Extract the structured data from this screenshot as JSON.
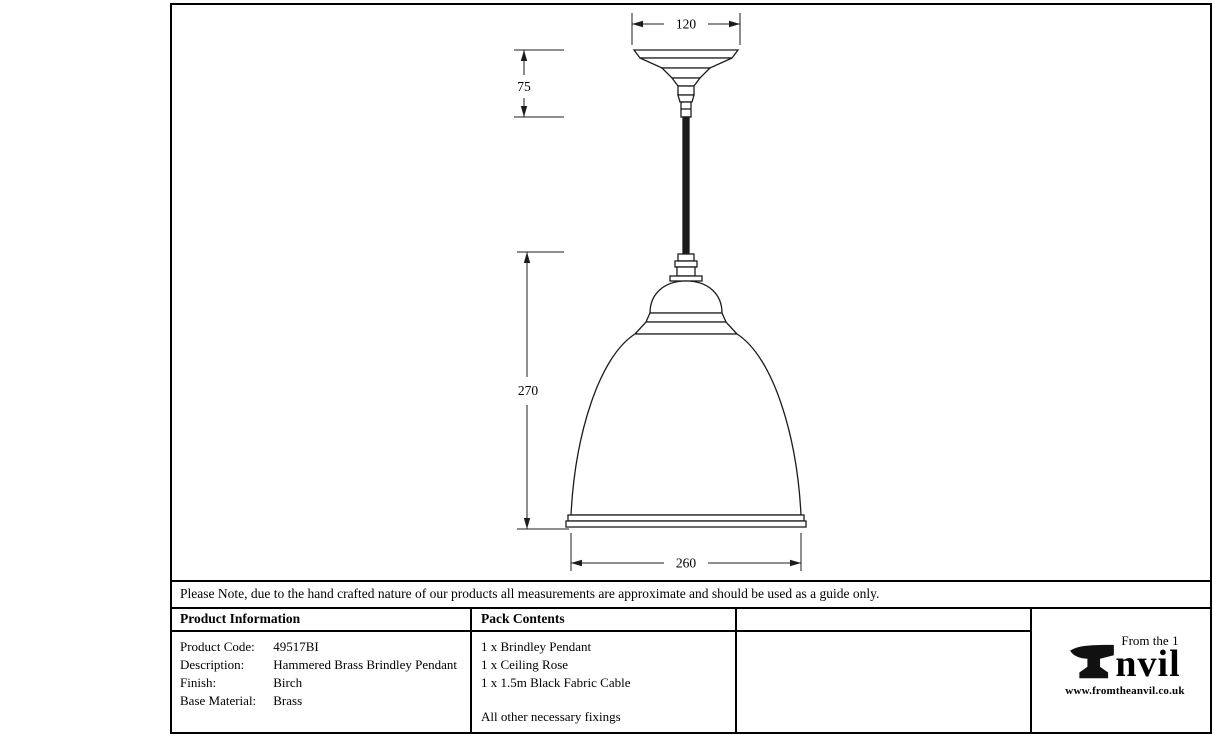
{
  "drawing": {
    "dim_width_top": "120",
    "dim_height_rose": "75",
    "dim_height_shade": "270",
    "dim_width_bottom": "260"
  },
  "note": "Please Note, due to the hand crafted nature of our products all measurements are approximate and should be used as a guide only.",
  "product_info": {
    "header": "Product Information",
    "rows": [
      {
        "label": "Product Code:",
        "value": "49517BI"
      },
      {
        "label": "Description:",
        "value": "Hammered Brass Brindley Pendant"
      },
      {
        "label": "Finish:",
        "value": "Birch"
      },
      {
        "label": "Base Material:",
        "value": "Brass"
      }
    ]
  },
  "pack_contents": {
    "header": "Pack Contents",
    "items": [
      "1 x Brindley Pendant",
      "1 x Ceiling Rose",
      "1 x 1.5m Black Fabric Cable"
    ],
    "footer": "All other necessary fixings"
  },
  "logo": {
    "from_the": "From the",
    "brand": "Anvil",
    "brand_rest": "nvil",
    "superscript": "1",
    "website": "www.fromtheanvil.co.uk",
    "icon": "anvil-silhouette"
  },
  "colors": {
    "ink": "#1c1c1c",
    "background": "#ffffff"
  }
}
